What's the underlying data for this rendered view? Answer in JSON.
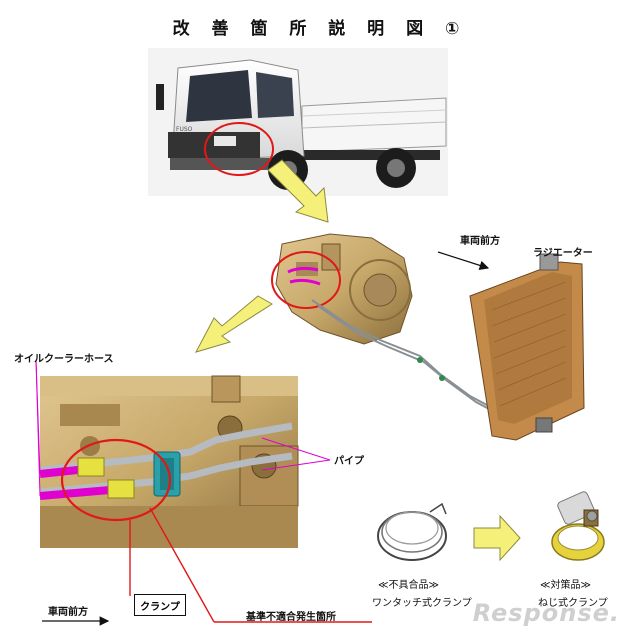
{
  "title": "改 善 箇 所 説 明 図 ①",
  "labels": {
    "front_direction_top": "車両前方",
    "radiator": "ラジエーター",
    "oil_cooler_hose": "オイルクーラーホース",
    "pipe": "パイプ",
    "clamp": "クランプ",
    "nonconforming_location": "基準不適合発生箇所",
    "front_direction_bottom": "車両前方",
    "defective_caption": "≪不具合品≫",
    "defective_name": "ワンタッチ式クランプ",
    "fixed_caption": "≪対策品≫",
    "fixed_name": "ねじ式クランプ"
  },
  "watermark": "Response.",
  "colors": {
    "highlight_red": "#e01818",
    "hose_magenta": "#e000d0",
    "arrow_yellow": "#f4f07a",
    "gearbox_tan": "#c7a86a",
    "radiator_copper": "#c48a4a"
  }
}
